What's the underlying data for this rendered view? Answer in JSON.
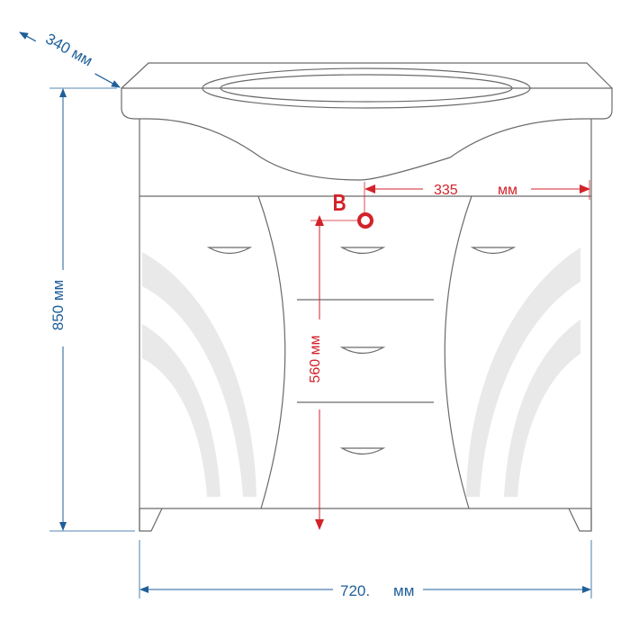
{
  "title": "Vanity cabinet with washbasin – dimensions",
  "dimensions": {
    "depth": "340 мм",
    "height": "850 мм",
    "width_value": "720.",
    "width_unit": "мм",
    "drain_height": "560 мм",
    "drain_offset_value": "335",
    "drain_offset_unit": "мм",
    "drain_label": "B"
  },
  "colors": {
    "dimension_blue": "#1f5f99",
    "drain_red": "#d3222a",
    "outline": "#6a6a6a"
  }
}
